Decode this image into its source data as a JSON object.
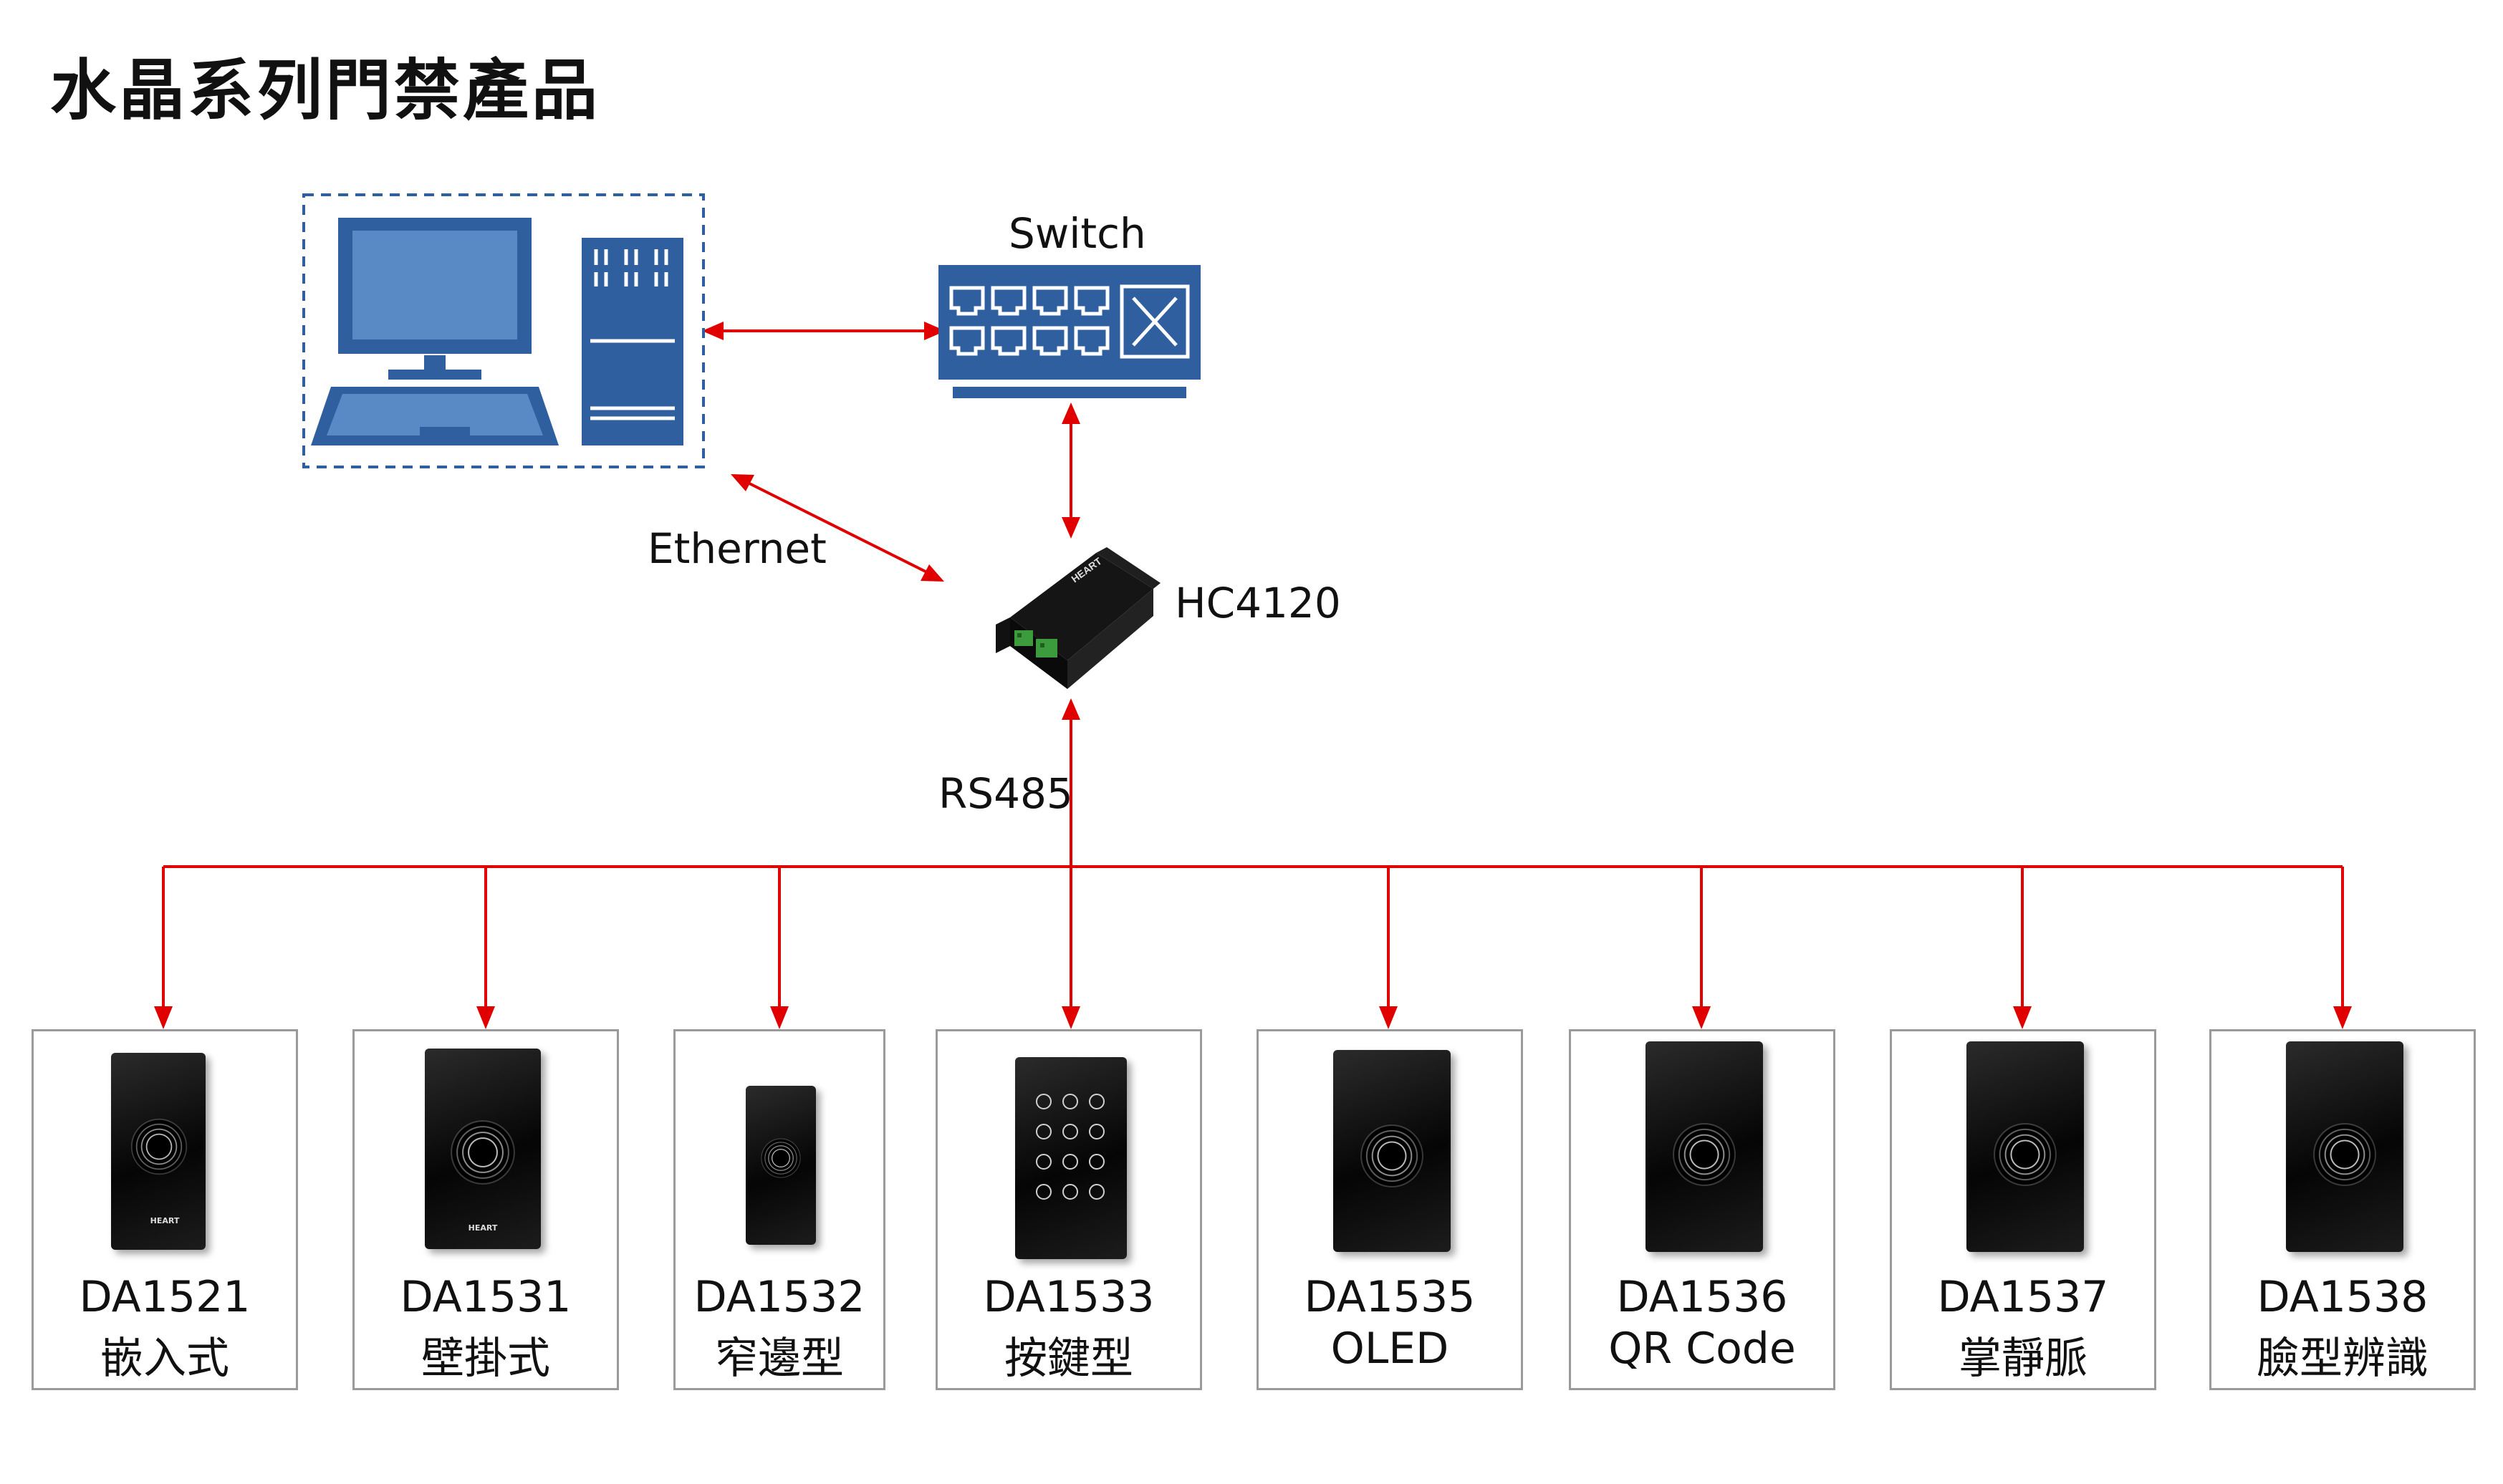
{
  "title": "水晶系列門禁產品",
  "labels": {
    "switch": "Switch",
    "ethernet": "Ethernet",
    "controller": "HC4120",
    "bus": "RS485"
  },
  "colors": {
    "connector": "#e00000",
    "pc_blue": "#2f5f9e",
    "frame_border": "#9a9a9a"
  },
  "icons": [
    "pc-icon",
    "switch-icon",
    "controller-device-icon",
    "reader-device-icon"
  ],
  "devices": [
    {
      "code": "DA1521",
      "name": "嵌入式"
    },
    {
      "code": "DA1531",
      "name": "壁掛式"
    },
    {
      "code": "DA1532",
      "name": "窄邊型"
    },
    {
      "code": "DA1533",
      "name": "按鍵型"
    },
    {
      "code": "DA1535",
      "name": "OLED"
    },
    {
      "code": "DA1536",
      "name": "QR Code"
    },
    {
      "code": "DA1537",
      "name": "掌靜脈"
    },
    {
      "code": "DA1538",
      "name": "臉型辨識"
    }
  ]
}
